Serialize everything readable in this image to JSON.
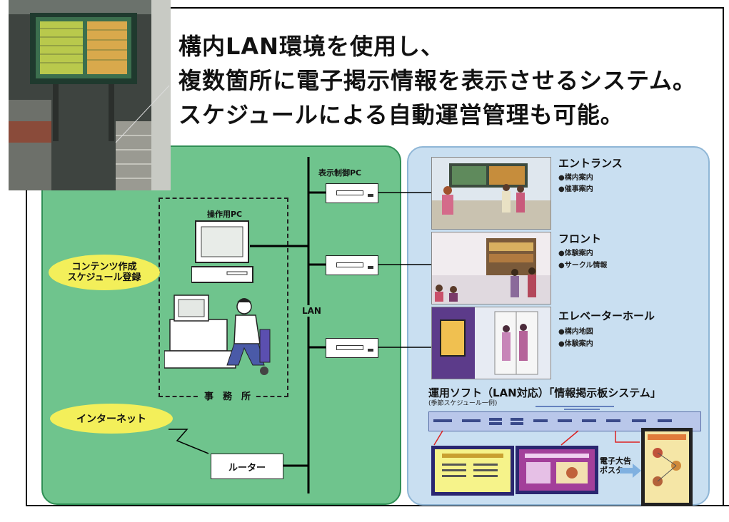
{
  "heading": {
    "line1": "構内LAN環境を使用し、",
    "line2": "複数箇所に電子掲示情報を表示させるシステム。",
    "line3": "スケジュールによる自動運営管理も可能。"
  },
  "left": {
    "display_pc_label": "表示制御PC",
    "operation_pc_label": "操作用PC",
    "lan_label": "LAN",
    "office_label": "事　務　所",
    "contents_label_1": "コンテンツ作成",
    "contents_label_2": "スケジュール登録",
    "internet_label": "インターネット",
    "router_label": "ルーター"
  },
  "right": {
    "categories": [
      {
        "title": "エントランス",
        "items": [
          "●構内案内",
          "●催事案内"
        ]
      },
      {
        "title": "フロント",
        "items": [
          "●体験案内",
          "●サークル情報"
        ]
      },
      {
        "title": "エレベーターホール",
        "items": [
          "●構内地図",
          "●体験案内"
        ]
      }
    ],
    "software_title": "運用ソフト（LAN対応）「情報掲示板システム」",
    "software_sub": "(季節スケジュール一例)",
    "poster_label_1": "電子大告",
    "poster_label_2": "ポスター"
  },
  "colors": {
    "green_panel": "#6fc48d",
    "blue_panel": "#c9dff1",
    "ellipse": "#f3ef5a"
  },
  "icons": [
    "server-icon",
    "computer-icon",
    "person-icon",
    "lightning-icon"
  ]
}
